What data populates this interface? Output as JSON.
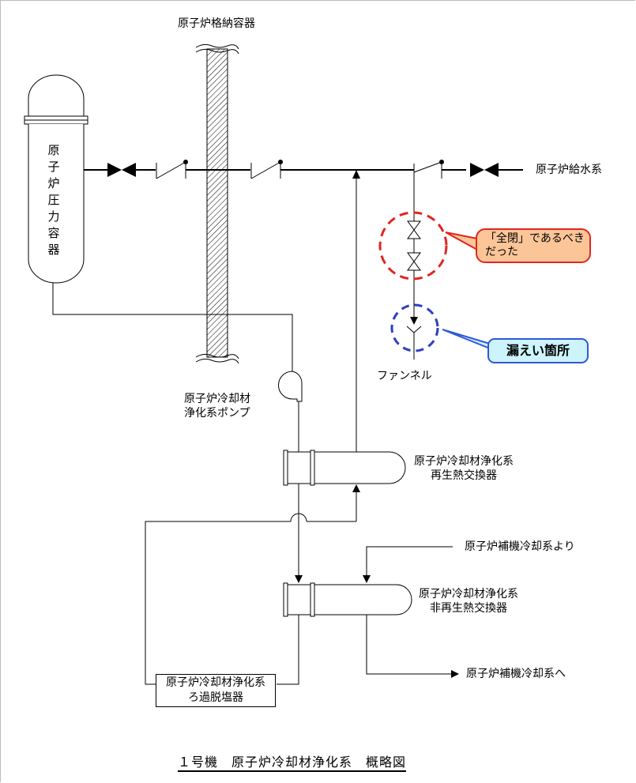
{
  "diagram": {
    "title": "１号機　原子炉冷却材浄化系　概略図",
    "labels": {
      "containment": "原子炉格納容器",
      "pressure_vessel": "原子炉圧力容器",
      "feedwater": "原子炉給水系",
      "funnel": "ファンネル",
      "pump_line1": "原子炉冷却材",
      "pump_line2": "浄化系ポンプ",
      "regen_hx_line1": "原子炉冷却材浄化系",
      "regen_hx_line2": "再生熱交換器",
      "ccw_from": "原子炉補機冷却系より",
      "nonregen_hx_line1": "原子炉冷却材浄化系",
      "nonregen_hx_line2": "非再生熱交換器",
      "ccw_to": "原子炉補機冷却系へ",
      "filter_line1": "原子炉冷却材浄化系",
      "filter_line2": "ろ過脱塩器"
    },
    "callouts": {
      "should_be_closed_line1": "「全閉」であるべき",
      "should_be_closed_line2": "だった",
      "leak_location": "漏えい箇所"
    },
    "colors": {
      "red_callout_border": "#e0261f",
      "red_callout_fill": "#fbc598",
      "blue_callout_border": "#2f58d6",
      "blue_callout_fill": "#cdf3fb"
    }
  }
}
